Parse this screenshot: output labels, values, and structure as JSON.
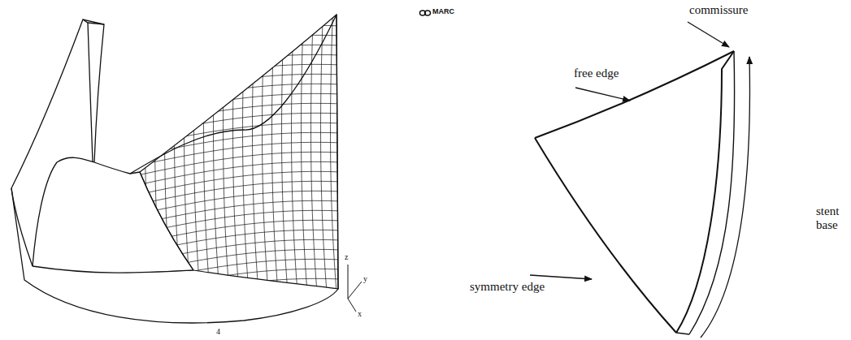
{
  "diagram": {
    "labels": [
      "MARC",
      "z",
      "y",
      "x",
      "4",
      "free edge",
      "commissure",
      "stent base",
      "symmetry edge"
    ]
  }
}
